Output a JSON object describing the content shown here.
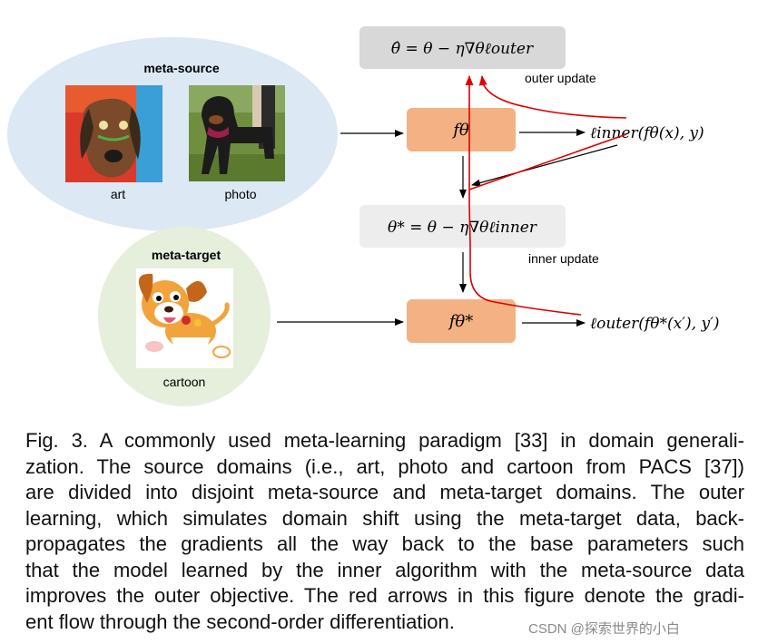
{
  "diagram": {
    "meta_source": {
      "title": "meta-source",
      "images": [
        {
          "label": "art",
          "icon": "dog-painting-icon"
        },
        {
          "label": "photo",
          "icon": "dog-photo-icon"
        }
      ]
    },
    "meta_target": {
      "title": "meta-target",
      "images": [
        {
          "label": "cartoon",
          "icon": "cartoon-dog-icon"
        }
      ]
    },
    "boxes": {
      "outer_eq": "θ̂ = θ − η∇θℓouter",
      "inner_eq": "θ* = θ − η∇θℓinner",
      "f_theta": "fθ",
      "f_theta_star": "fθ*"
    },
    "losses": {
      "inner_loss": "ℓinner(fθ(x), y)",
      "outer_loss": "ℓouter(fθ*(x′), y′)"
    },
    "labels": {
      "outer_update": "outer update",
      "inner_update": "inner update"
    },
    "colors": {
      "ellipse_blue": "#dce8f4",
      "ellipse_green": "#e6efdc",
      "orange_box": "#f4b183",
      "gray_box": "#d8d8d8",
      "light_gray_box": "#ededed",
      "gradient_red": "#e00000"
    }
  },
  "caption": {
    "lines": [
      "Fig. 3. A commonly used meta-learning paradigm [33] in domain generali-",
      "zation. The source domains (i.e., art, photo and cartoon from PACS [37])",
      "are divided into disjoint meta-source and meta-target domains. The outer",
      "learning, which simulates domain shift using the meta-target data, back-",
      "propagates the gradients all the way back to the base parameters such",
      "that the model learned by the inner algorithm with the meta-source data",
      "improves the outer objective. The red arrows in this figure denote the gradi-",
      "ent flow through the second-order differentiation."
    ]
  },
  "watermark": "CSDN @探索世界的小白"
}
